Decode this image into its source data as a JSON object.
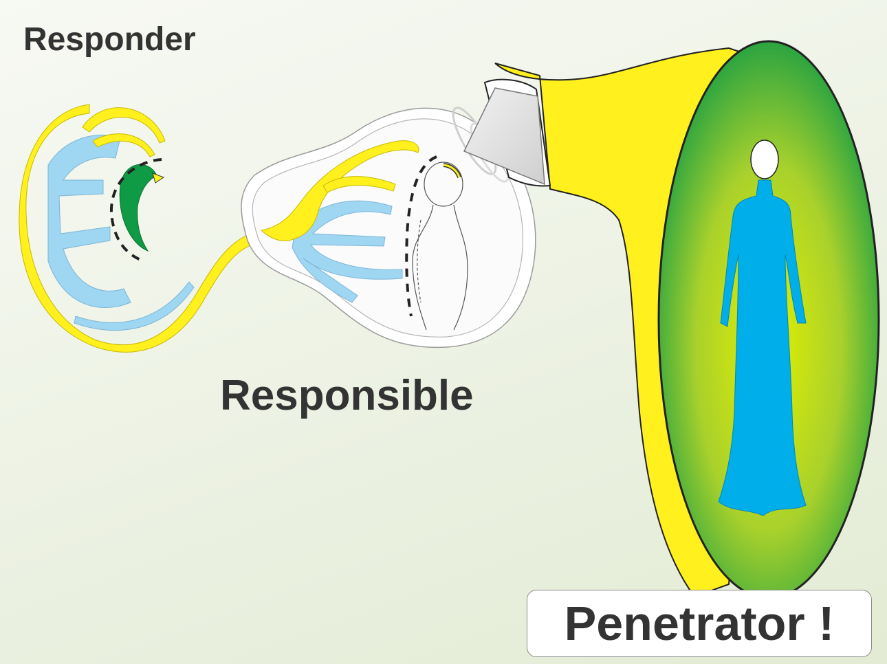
{
  "labels": {
    "top_left": "Responder",
    "middle": "Responsible",
    "bottom_right": "Penetrator !"
  },
  "colors": {
    "background": "#eef3e6",
    "neuron_yellow": "#fff01e",
    "dendrite_blue": "#9fd6f2",
    "head_green": "#0f9a45",
    "portal_green": "#8cc83c",
    "portal_glow": "#e4f000",
    "figure_blue": "#00aeea",
    "text": "#333333"
  }
}
